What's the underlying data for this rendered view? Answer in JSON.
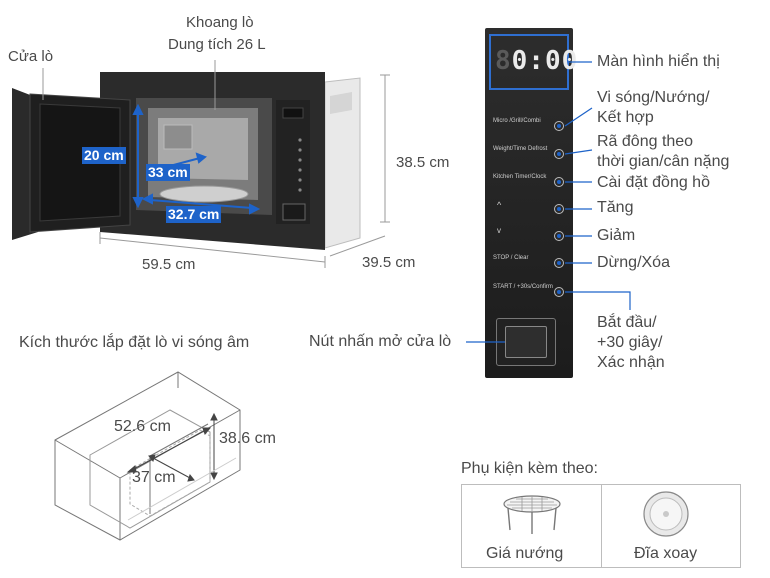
{
  "oven_labels": {
    "door": "Cửa lò",
    "cavity_line1": "Khoang lò",
    "cavity_line2": "Dung tích 26 L",
    "inner_height": "20 cm",
    "inner_depth": "33 cm",
    "inner_width": "32.7 cm",
    "outer_height": "38.5 cm",
    "outer_width": "59.5 cm",
    "outer_depth": "39.5 cm"
  },
  "panel": {
    "display_digits": "0:00",
    "display_leading": "8",
    "buttons": [
      {
        "panel_text": "Micro /Grill/Combi",
        "callout": "Vi sóng/Nướng/\nKết hợp"
      },
      {
        "panel_text": "Weight/Time Defrost",
        "callout": "Rã đông theo\nthời gian/cân nặng"
      },
      {
        "panel_text": "Kitchen Timer/Clock",
        "callout": "Cài đặt đồng hồ"
      },
      {
        "panel_text": "^",
        "callout": "Tăng"
      },
      {
        "panel_text": "v",
        "callout": "Giảm"
      },
      {
        "panel_text": "STOP / Clear",
        "callout": "Dừng/Xóa"
      },
      {
        "panel_text": "START / +30s/Confirm",
        "callout": "Bắt đầu/\n+30 giây/\nXác nhận"
      }
    ],
    "display_callout": "Màn hình hiển thị",
    "door_button_callout": "Nút nhấn mở cửa lò"
  },
  "install": {
    "title": "Kích thước lắp đặt lò vi sóng âm",
    "width": "52.6 cm",
    "height": "38.6 cm",
    "depth": "37 cm"
  },
  "accessories": {
    "title": "Phụ kiện kèm theo:",
    "items": [
      {
        "label": "Giá nướng",
        "icon": "grill-rack-icon"
      },
      {
        "label": "Đĩa xoay",
        "icon": "turntable-plate-icon"
      }
    ]
  },
  "colors": {
    "accent_blue": "#1e63c9",
    "oven_body": "#2a2a2a",
    "dimension_line": "#9a9a9a"
  }
}
